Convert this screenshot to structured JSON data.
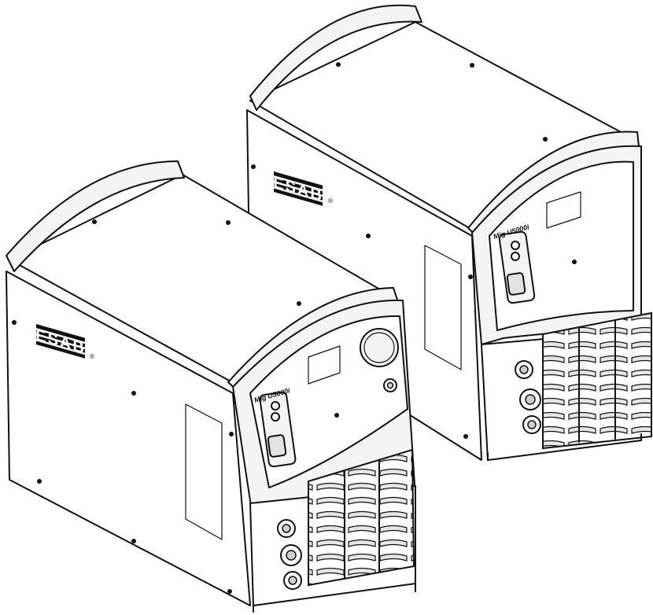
{
  "units": [
    {
      "brand": "ESAB",
      "registered": "®",
      "model": "Mig U5000i"
    },
    {
      "brand": "ESAB",
      "registered": "®",
      "model": "Mig U5000i"
    }
  ]
}
